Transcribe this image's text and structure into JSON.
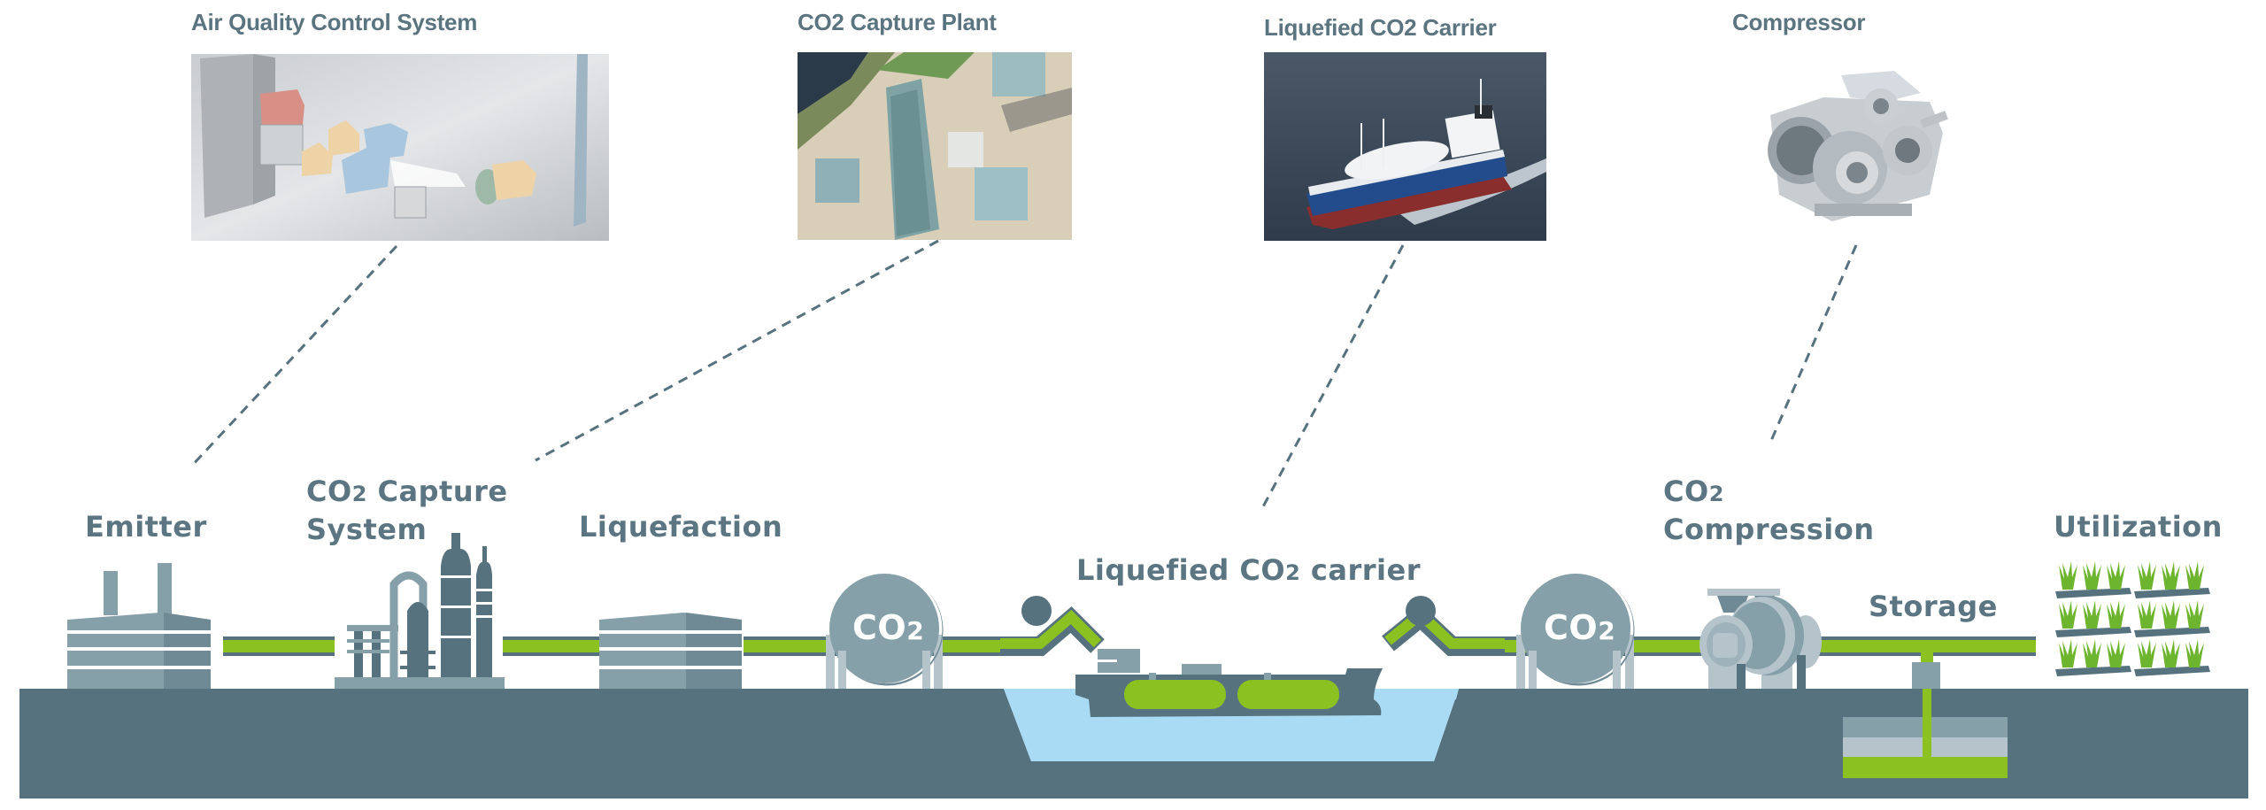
{
  "photos": [
    {
      "id": "aqcs",
      "title": "Air Quality Control System",
      "image": "air-quality-control-system-render"
    },
    {
      "id": "capture-plant",
      "title": "CO2 Capture Plant",
      "image": "co2-capture-plant-aerial-photo"
    },
    {
      "id": "carrier",
      "title": "Liquefied CO2 Carrier",
      "image": "liquefied-co2-carrier-ship-photo"
    },
    {
      "id": "compressor",
      "title": "Compressor",
      "image": "compressor-machine-photo"
    }
  ],
  "stages": {
    "emitter": {
      "label": "Emitter"
    },
    "capture": {
      "line1_pre": "CO",
      "line1_sub": "2",
      "line1_post": " Capture",
      "line2": "System"
    },
    "liquefaction": {
      "label": "Liquefaction"
    },
    "carrier": {
      "pre": "Liquefied CO",
      "sub": "2",
      "post": " carrier"
    },
    "compression": {
      "line1_pre": "CO",
      "line1_sub": "2",
      "line2": "Compression"
    },
    "storage": {
      "label": "Storage"
    },
    "utilization": {
      "label": "Utilization"
    }
  },
  "tanks": {
    "left": {
      "pre": "CO",
      "sub": "2"
    },
    "right": {
      "pre": "CO",
      "sub": "2"
    }
  },
  "colors": {
    "ground": "#56727f",
    "component_dark": "#56727f",
    "component_mid": "#86a0a9",
    "component_light": "#b4c4ca",
    "pipe_green": "#8bc120",
    "water": "#a9dcf4",
    "plant_green": "#6db52e",
    "label_text": "#5b7682"
  }
}
